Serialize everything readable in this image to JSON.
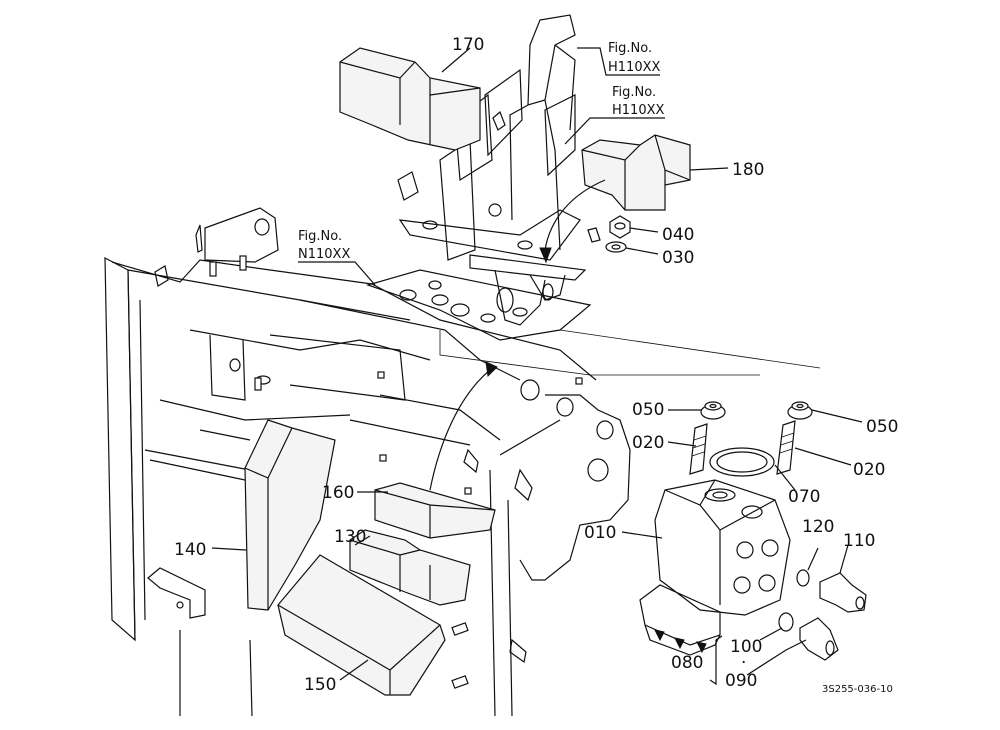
{
  "labels": {
    "p170": "170",
    "p180": "180",
    "p040": "040",
    "p030": "030",
    "p050a": "050",
    "p050b": "050",
    "p020a": "020",
    "p020b": "020",
    "p070": "070",
    "p010": "010",
    "p120": "120",
    "p110": "110",
    "p160": "160",
    "p130": "130",
    "p140": "140",
    "p150": "150",
    "p100": "100",
    "p080": "080",
    "p090": "090",
    "dot": "·"
  },
  "figrefs": {
    "h1_title": "Fig.No.",
    "h1_code": "H110XX",
    "h2_title": "Fig.No.",
    "h2_code": "H110XX",
    "n1_title": "Fig.No.",
    "n1_code": "N110XX"
  },
  "drawing_code": "3S255-036-10"
}
